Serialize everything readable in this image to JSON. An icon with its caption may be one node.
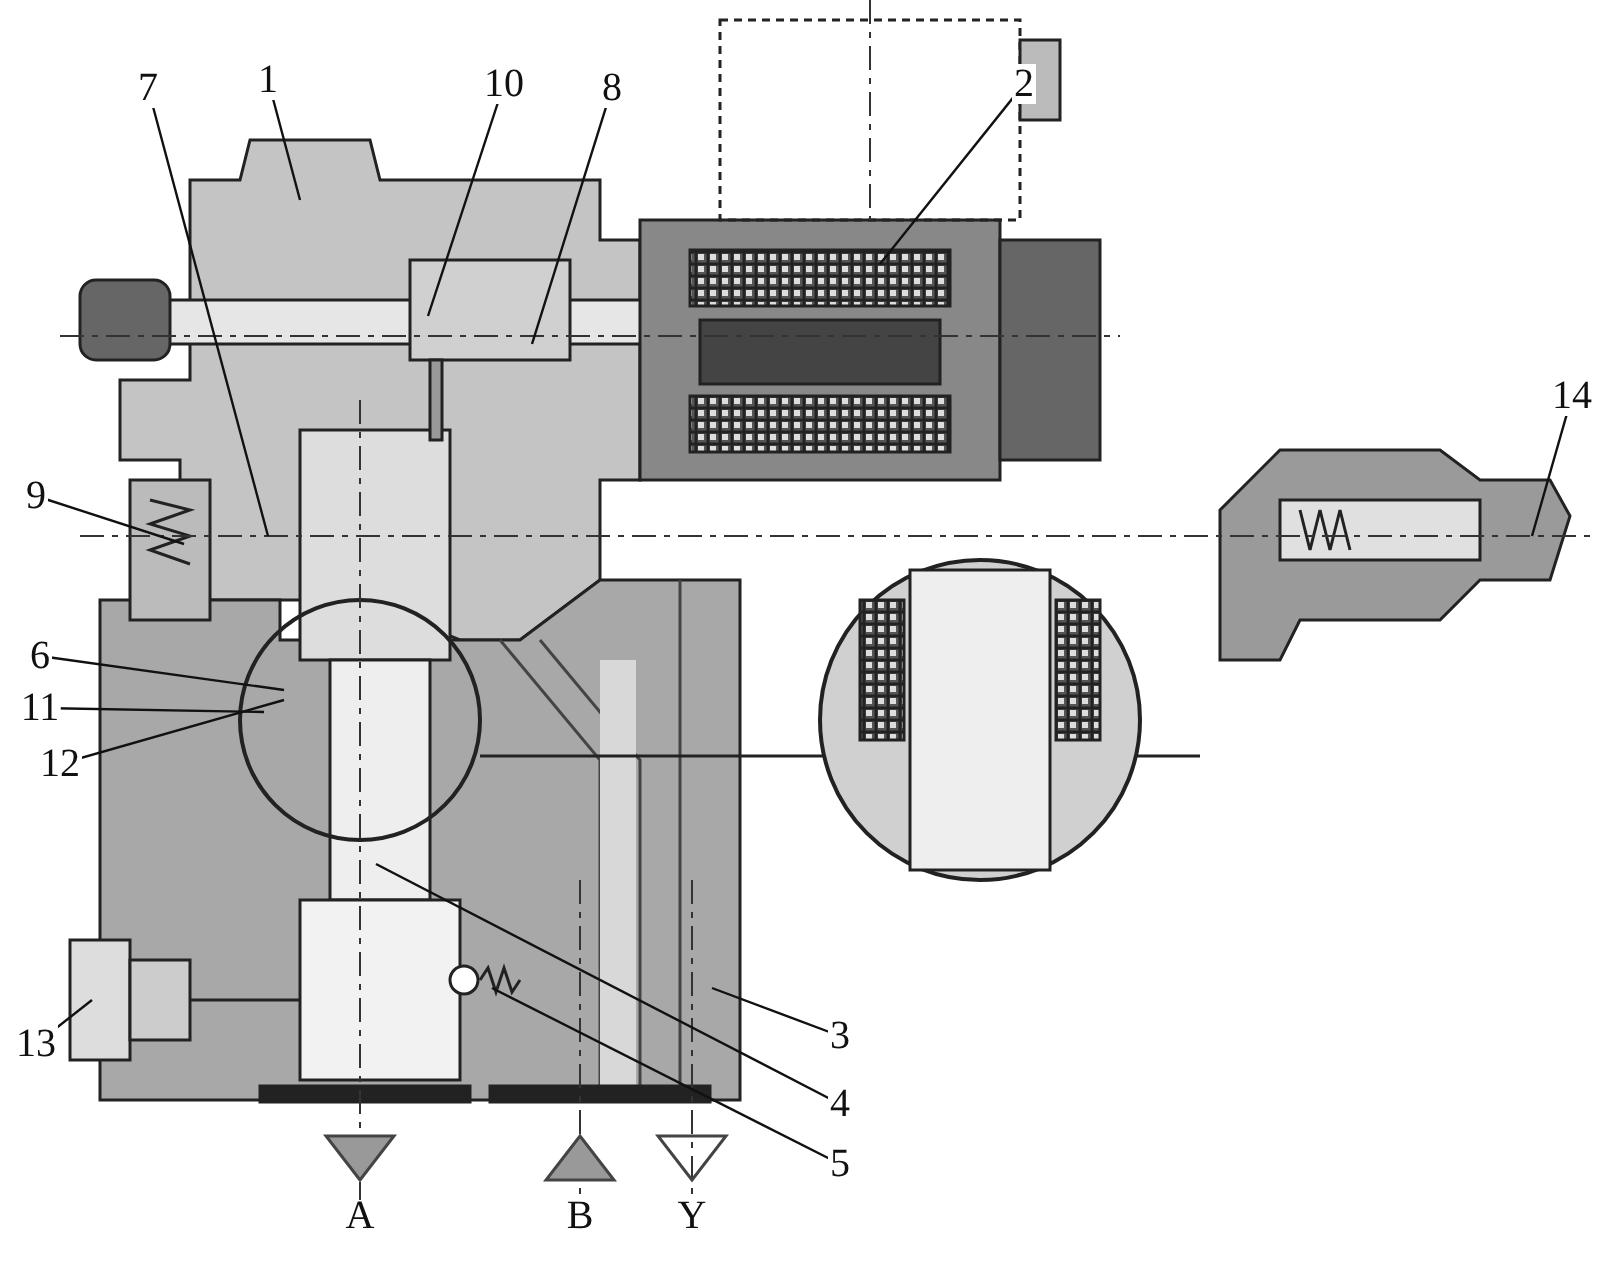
{
  "diagram": {
    "nodes": [
      {
        "text": [
          "7"
        ]
      },
      {
        "text": [
          "1"
        ]
      },
      {
        "text": [
          "10"
        ]
      },
      {
        "text": [
          "8"
        ]
      },
      {
        "text": [
          "2"
        ]
      },
      {
        "text": [
          "14"
        ]
      },
      {
        "text": [
          "9"
        ]
      },
      {
        "text": [
          "6"
        ]
      },
      {
        "text": [
          "11"
        ]
      },
      {
        "text": [
          "12"
        ]
      },
      {
        "text": [
          "13"
        ]
      },
      {
        "text": [
          "3"
        ]
      },
      {
        "text": [
          "4"
        ]
      },
      {
        "text": [
          "5"
        ]
      }
    ],
    "edges": [
      {
        "from": 0,
        "to": null,
        "arrow": "none"
      },
      {
        "from": 1,
        "to": null,
        "arrow": "none"
      },
      {
        "from": 2,
        "to": null,
        "arrow": "none"
      },
      {
        "from": 3,
        "to": null,
        "arrow": "none"
      },
      {
        "from": 4,
        "to": null,
        "arrow": "none"
      },
      {
        "from": 5,
        "to": null,
        "arrow": "none"
      },
      {
        "from": 6,
        "to": null,
        "arrow": "none"
      },
      {
        "from": 7,
        "to": null,
        "arrow": "none"
      },
      {
        "from": 8,
        "to": null,
        "arrow": "none"
      },
      {
        "from": 9,
        "to": null,
        "arrow": "none"
      },
      {
        "from": 10,
        "to": null,
        "arrow": "none"
      },
      {
        "from": 11,
        "to": null,
        "arrow": "none"
      },
      {
        "from": 12,
        "to": null,
        "arrow": "none"
      },
      {
        "from": 13,
        "to": null,
        "arrow": "none"
      }
    ],
    "labels": [
      "A",
      "B",
      "Y"
    ]
  }
}
